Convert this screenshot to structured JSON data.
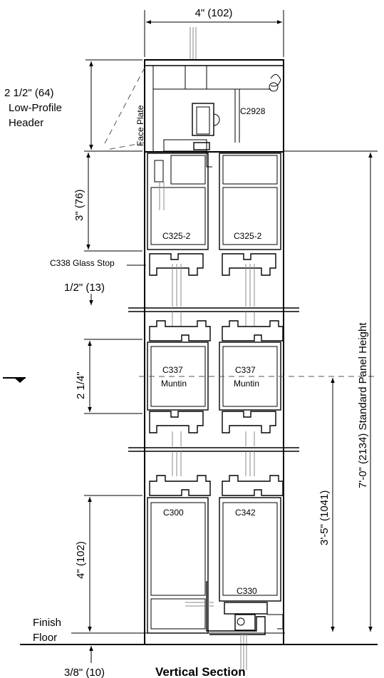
{
  "dimensions": {
    "overall_width": "4\" (102)",
    "header_height": "2 1/2\" (64)",
    "header_name_line1": "Low-Profile",
    "header_name_line2": "Header",
    "top_rail": "3\" (76)",
    "glass_stop_gap": "1/2\" (13)",
    "muntin_height": "2 1/4\"",
    "bottom_rail": "4\" (102)",
    "floor_gap": "3/8\" (10)",
    "muntin_center_height": "3'-5\" (1041)",
    "panel_height": "7'-0\" (2134) Standard Panel Height"
  },
  "labels": {
    "face_plate": "Face Plate",
    "c2928": "C2928",
    "c325_left": "C325-2",
    "c325_right": "C325-2",
    "c338": "C338 Glass Stop",
    "c337_left": "C337",
    "c337_left_sub": "Muntin",
    "c337_right": "C337",
    "c337_right_sub": "Muntin",
    "c300": "C300",
    "c342": "C342",
    "c330": "C330",
    "finish_floor_line1": "Finish",
    "finish_floor_line2": "Floor"
  },
  "title": "Vertical Section"
}
